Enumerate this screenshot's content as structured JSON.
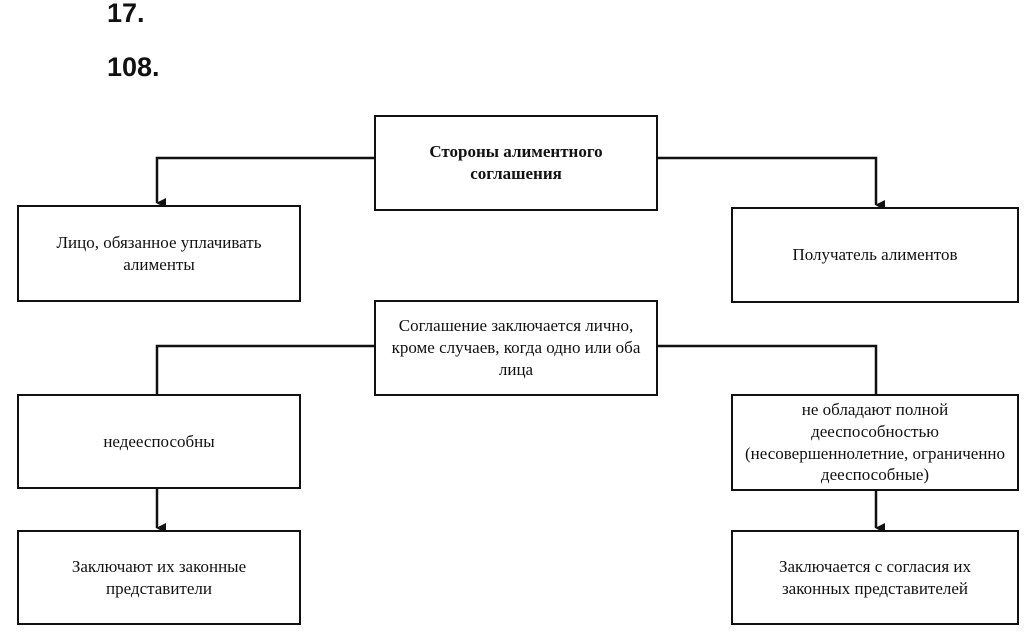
{
  "heading": {
    "number_1": "17.",
    "number_2": "108."
  },
  "diagram": {
    "root": "Стороны алиментного соглашения",
    "payer": "Лицо, обязанное уплачивать алименты",
    "recipient": "Получатель алиментов",
    "condition": "Соглашение заключается лично, кроме случаев, когда одно или оба лица",
    "incapable": "недееспособны",
    "partial": "не обладают полной дееспособностью (несовершеннолетние, ограниченно дееспособные)",
    "representatives": "Заключают их законные представители",
    "consent": "Заключается с согласия их законных представителей"
  }
}
